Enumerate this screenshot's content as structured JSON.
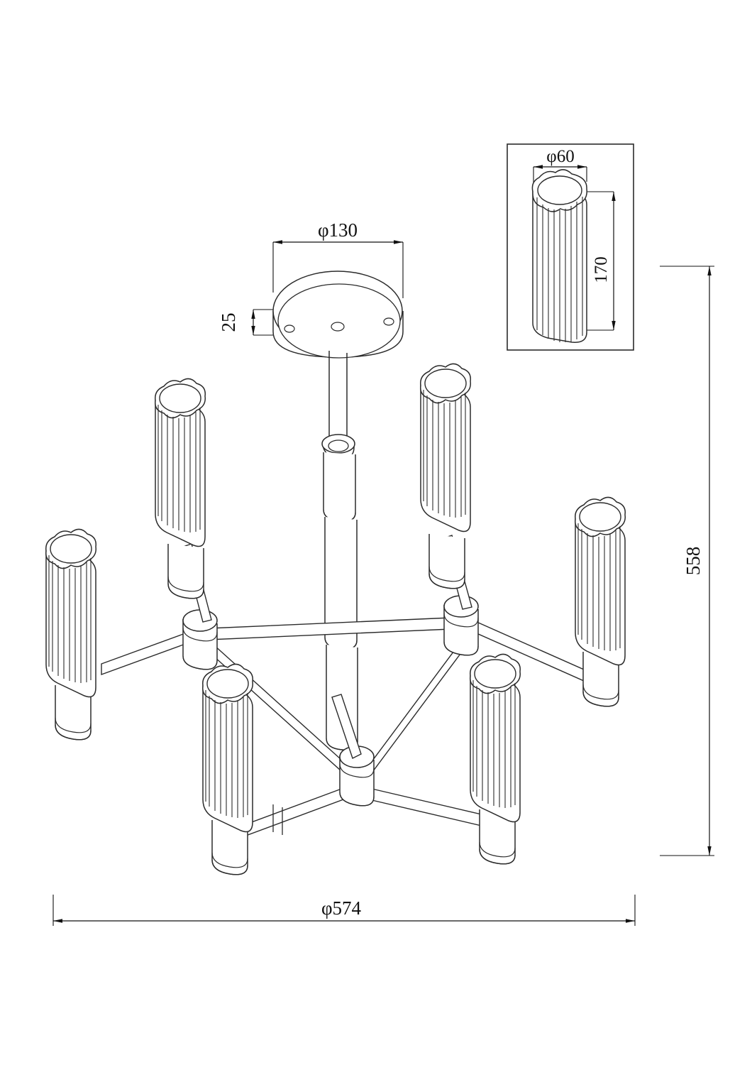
{
  "drawing": {
    "title": "6-light fluted chandelier technical drawing",
    "type": "isometric-line-drawing",
    "units": "mm",
    "line_color": "#2b2b2b",
    "dimension_color": "#111111",
    "background": "#ffffff"
  },
  "dimensions": {
    "canopy_diameter": "φ130",
    "canopy_height": "25",
    "overall_height": "558",
    "overall_diameter": "φ574",
    "shade_diameter": "φ60",
    "shade_height": "170"
  },
  "detail_inset": {
    "label_diameter": "φ60",
    "label_height": "170",
    "subject": "fluted-shade-detail",
    "flute_count": 9
  },
  "assembly": {
    "light_count": 6,
    "arm_count": 6,
    "shade_flutes": 8,
    "frame_shape": "hexagonal-ring",
    "canopy_screw_holes": 3
  }
}
